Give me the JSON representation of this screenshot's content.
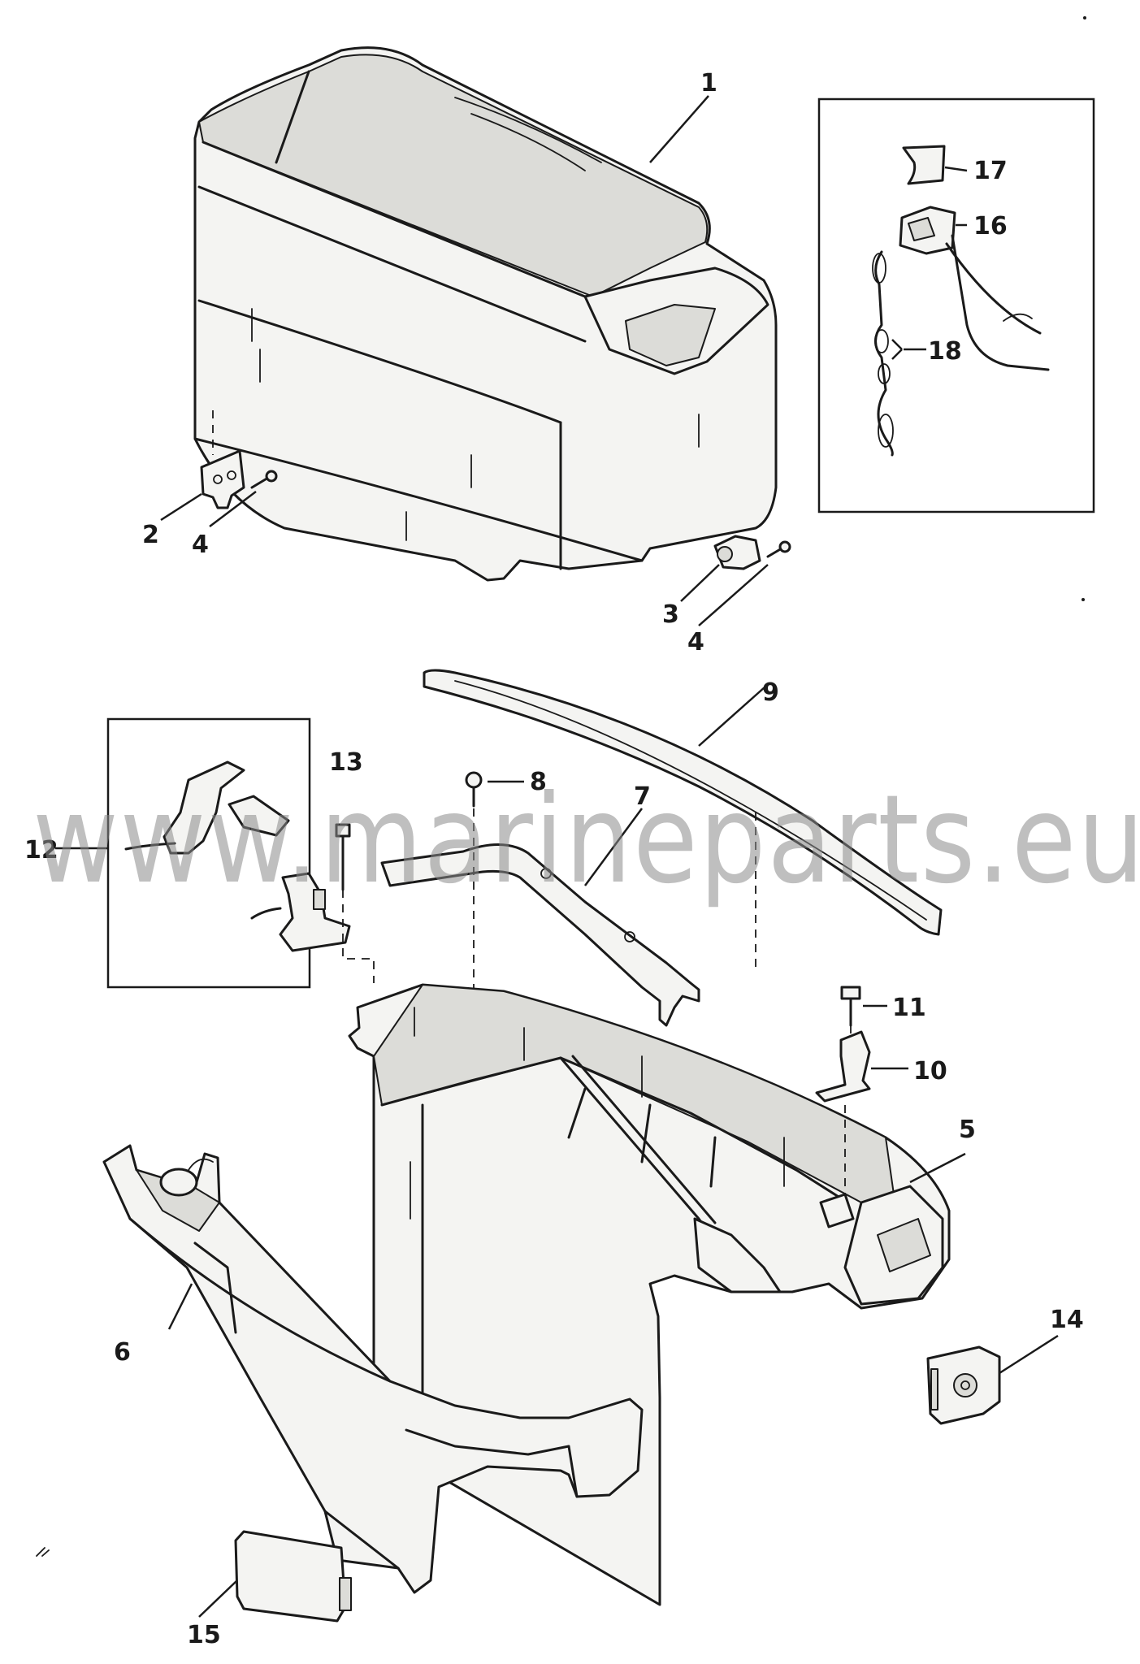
{
  "watermark": "www.marineparts.eu",
  "callouts": {
    "c1": "1",
    "c2": "2",
    "c3": "3",
    "c4a": "4",
    "c4b": "4",
    "c5": "5",
    "c6": "6",
    "c7": "7",
    "c8": "8",
    "c9": "9",
    "c10": "10",
    "c11": "11",
    "c12": "12",
    "c13": "13",
    "c14": "14",
    "c15": "15",
    "c16": "16",
    "c17": "17",
    "c18": "18"
  }
}
